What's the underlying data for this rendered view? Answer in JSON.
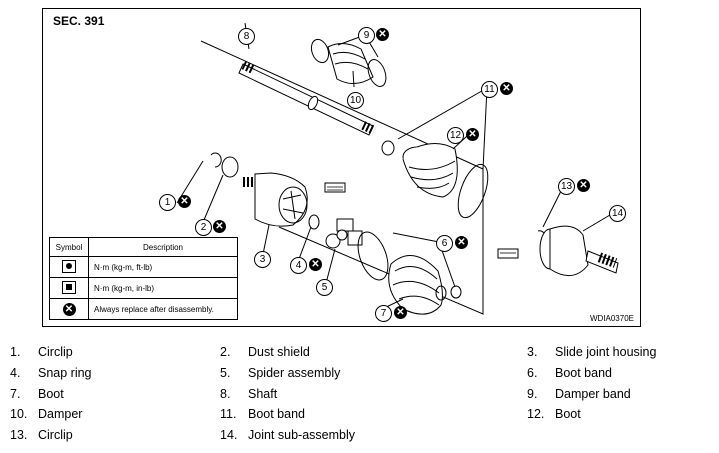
{
  "section_label": "SEC. 391",
  "figure_code": "WDIA0370E",
  "legend": {
    "headers": {
      "symbol": "Symbol",
      "description": "Description"
    },
    "rows": [
      {
        "icon": "torque-nm-kgm-ftlb-icon",
        "description": "N·m (kg-m, ft-lb)"
      },
      {
        "icon": "torque-nm-kgm-inlb-icon",
        "description": "N·m (kg-m, in-lb)"
      },
      {
        "icon": "replace-x-icon",
        "description": "Always replace after disassembly."
      }
    ]
  },
  "callouts": [
    "1",
    "2",
    "3",
    "4",
    "5",
    "6",
    "7",
    "8",
    "9",
    "10",
    "11",
    "12",
    "13",
    "14"
  ],
  "parts": [
    {
      "num": "1.",
      "name": "Circlip"
    },
    {
      "num": "2.",
      "name": "Dust shield"
    },
    {
      "num": "3.",
      "name": "Slide joint housing"
    },
    {
      "num": "4.",
      "name": "Snap ring"
    },
    {
      "num": "5.",
      "name": "Spider assembly"
    },
    {
      "num": "6.",
      "name": "Boot band"
    },
    {
      "num": "7.",
      "name": "Boot"
    },
    {
      "num": "8.",
      "name": "Shaft"
    },
    {
      "num": "9.",
      "name": "Damper band"
    },
    {
      "num": "10.",
      "name": "Damper"
    },
    {
      "num": "11.",
      "name": "Boot band"
    },
    {
      "num": "12.",
      "name": "Boot"
    },
    {
      "num": "13.",
      "name": "Circlip"
    },
    {
      "num": "14.",
      "name": "Joint sub-assembly"
    }
  ]
}
